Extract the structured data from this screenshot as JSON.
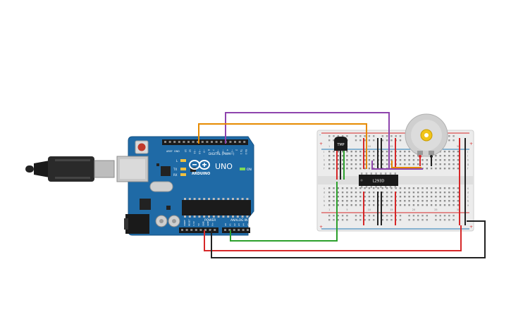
{
  "arduino": {
    "brand": "ARDUINO",
    "model": "UNO",
    "header_digital": "DIGITAL (PWM~)",
    "header_power": "POWER",
    "header_analog": "ANALOG IN",
    "label_on": "ON",
    "label_l": "L",
    "label_tx": "TX",
    "label_rx": "RX",
    "label_aref": "AREF",
    "label_gnd": "GND",
    "digital_pins": [
      "13",
      "12",
      "~11",
      "~10",
      "~9",
      "8",
      "7",
      "~6",
      "~5",
      "4",
      "~3",
      "2",
      "TX 1",
      "RX 0"
    ],
    "power_pins": [
      "IOREF",
      "RESET",
      "3.3V",
      "5V",
      "GND",
      "GND",
      "Vin"
    ],
    "analog_pins": [
      "A0",
      "A1",
      "A2",
      "A3",
      "A4",
      "A5"
    ],
    "board_color": "#1f6aa6"
  },
  "sensor": {
    "label": "TMP"
  },
  "driver_ic": {
    "label": "L293D"
  },
  "breadboard": {
    "column_labels": [
      "1",
      "5",
      "10",
      "15",
      "20",
      "25",
      "30"
    ],
    "row_labels_top": [
      "j",
      "i",
      "h",
      "g",
      "f"
    ],
    "row_labels_bottom": [
      "e",
      "d",
      "c",
      "b",
      "a"
    ],
    "plus": "+",
    "minus": "-"
  },
  "wire_colors": {
    "purple": "#8e44ad",
    "orange": "#e68a00",
    "green": "#2ca02c",
    "red": "#d62728",
    "black": "#222222"
  }
}
